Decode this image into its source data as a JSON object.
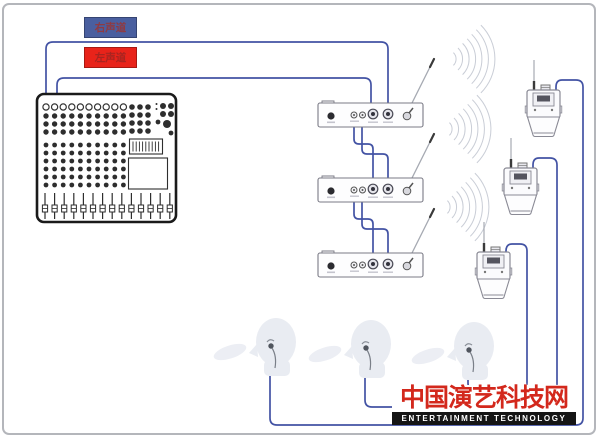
{
  "diagram": {
    "kind": "wireless-in-ear-monitor-system-wiring-diagram",
    "labels": {
      "right_channel": "右声道",
      "left_channel": "左声道"
    },
    "logo": {
      "title": "中国演艺科技网",
      "subtitle": "ENTERTAINMENT TECHNOLOGY"
    },
    "colors": {
      "wire_blue": "#4353a4",
      "right_channel_badge": "#4a5f9f",
      "left_channel_badge": "#e8231a",
      "logo_red": "#d3281c",
      "logo_bar": "#151515",
      "wireless_arc": "#c9cdd6"
    },
    "components": {
      "mixing_console_count": 1,
      "wireless_transmitter_count": 3,
      "bodypack_receiver_count": 3,
      "performer_with_earpiece_count": 3,
      "wireless_signal_count": 3
    }
  }
}
